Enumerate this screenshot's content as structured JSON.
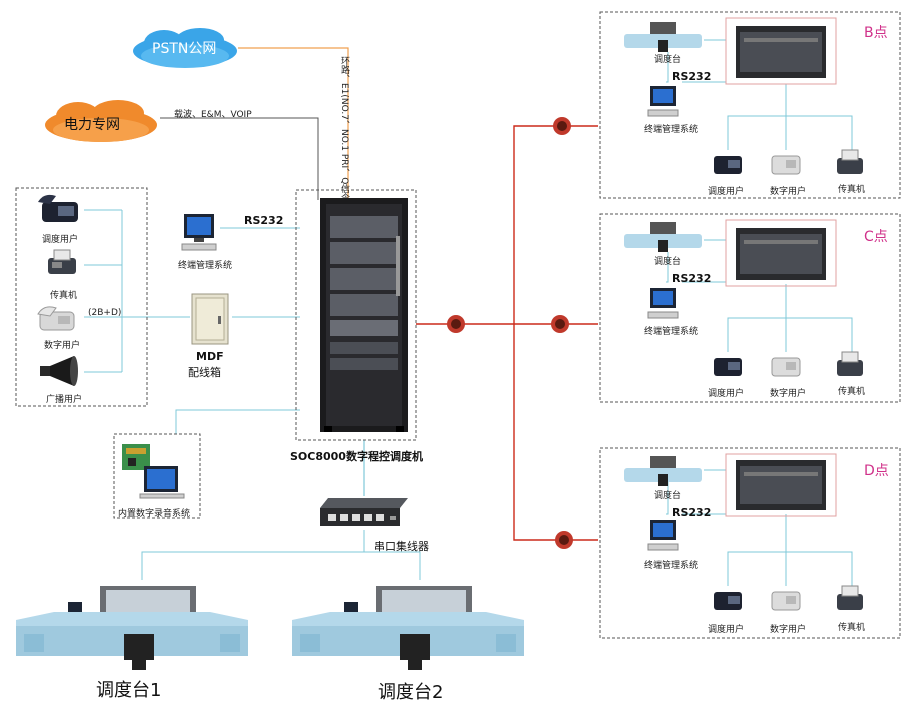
{
  "clouds": {
    "pstn": "PSTN公网",
    "power": "电力专网"
  },
  "trunks": {
    "power_link": "载波、E&M、VOIP",
    "pstn_link": "环路、E1(NO.7、NO.1 PRI、Q信令)"
  },
  "left_group": {
    "dispatch_user": "调度用户",
    "fax": "传真机",
    "digital_user": "数字用户",
    "broadcast_user": "广播用户",
    "isdn": "(2B+D)"
  },
  "center": {
    "rs232": "RS232",
    "terminal_mgmt": "终端管理系统",
    "mdf": "MDF",
    "mdf_sub": "配线箱",
    "recorder": "内置数字录音系统",
    "switch_name": "SOC8000数字程控调度机",
    "hub": "串口集线器",
    "console1": "调度台1",
    "console2": "调度台2"
  },
  "sites": [
    {
      "name": "B点",
      "console": "调度台",
      "rs232": "RS232",
      "terminal": "终端管理系统",
      "dispatch_user": "调度用户",
      "digital_user": "数字用户",
      "fax": "传真机"
    },
    {
      "name": "C点",
      "console": "调度台",
      "rs232": "RS232",
      "terminal": "终端管理系统",
      "dispatch_user": "调度用户",
      "digital_user": "数字用户",
      "fax": "传真机"
    },
    {
      "name": "D点",
      "console": "调度台",
      "rs232": "RS232",
      "terminal": "终端管理系统",
      "dispatch_user": "调度用户",
      "digital_user": "数字用户",
      "fax": "传真机"
    }
  ],
  "colors": {
    "cloud_pstn": "#3aa5e8",
    "cloud_power": "#f08a2c",
    "trunk_red": "#cc2a1a",
    "link_cyan": "#7fc9d8",
    "site_label": "#d0318a"
  }
}
